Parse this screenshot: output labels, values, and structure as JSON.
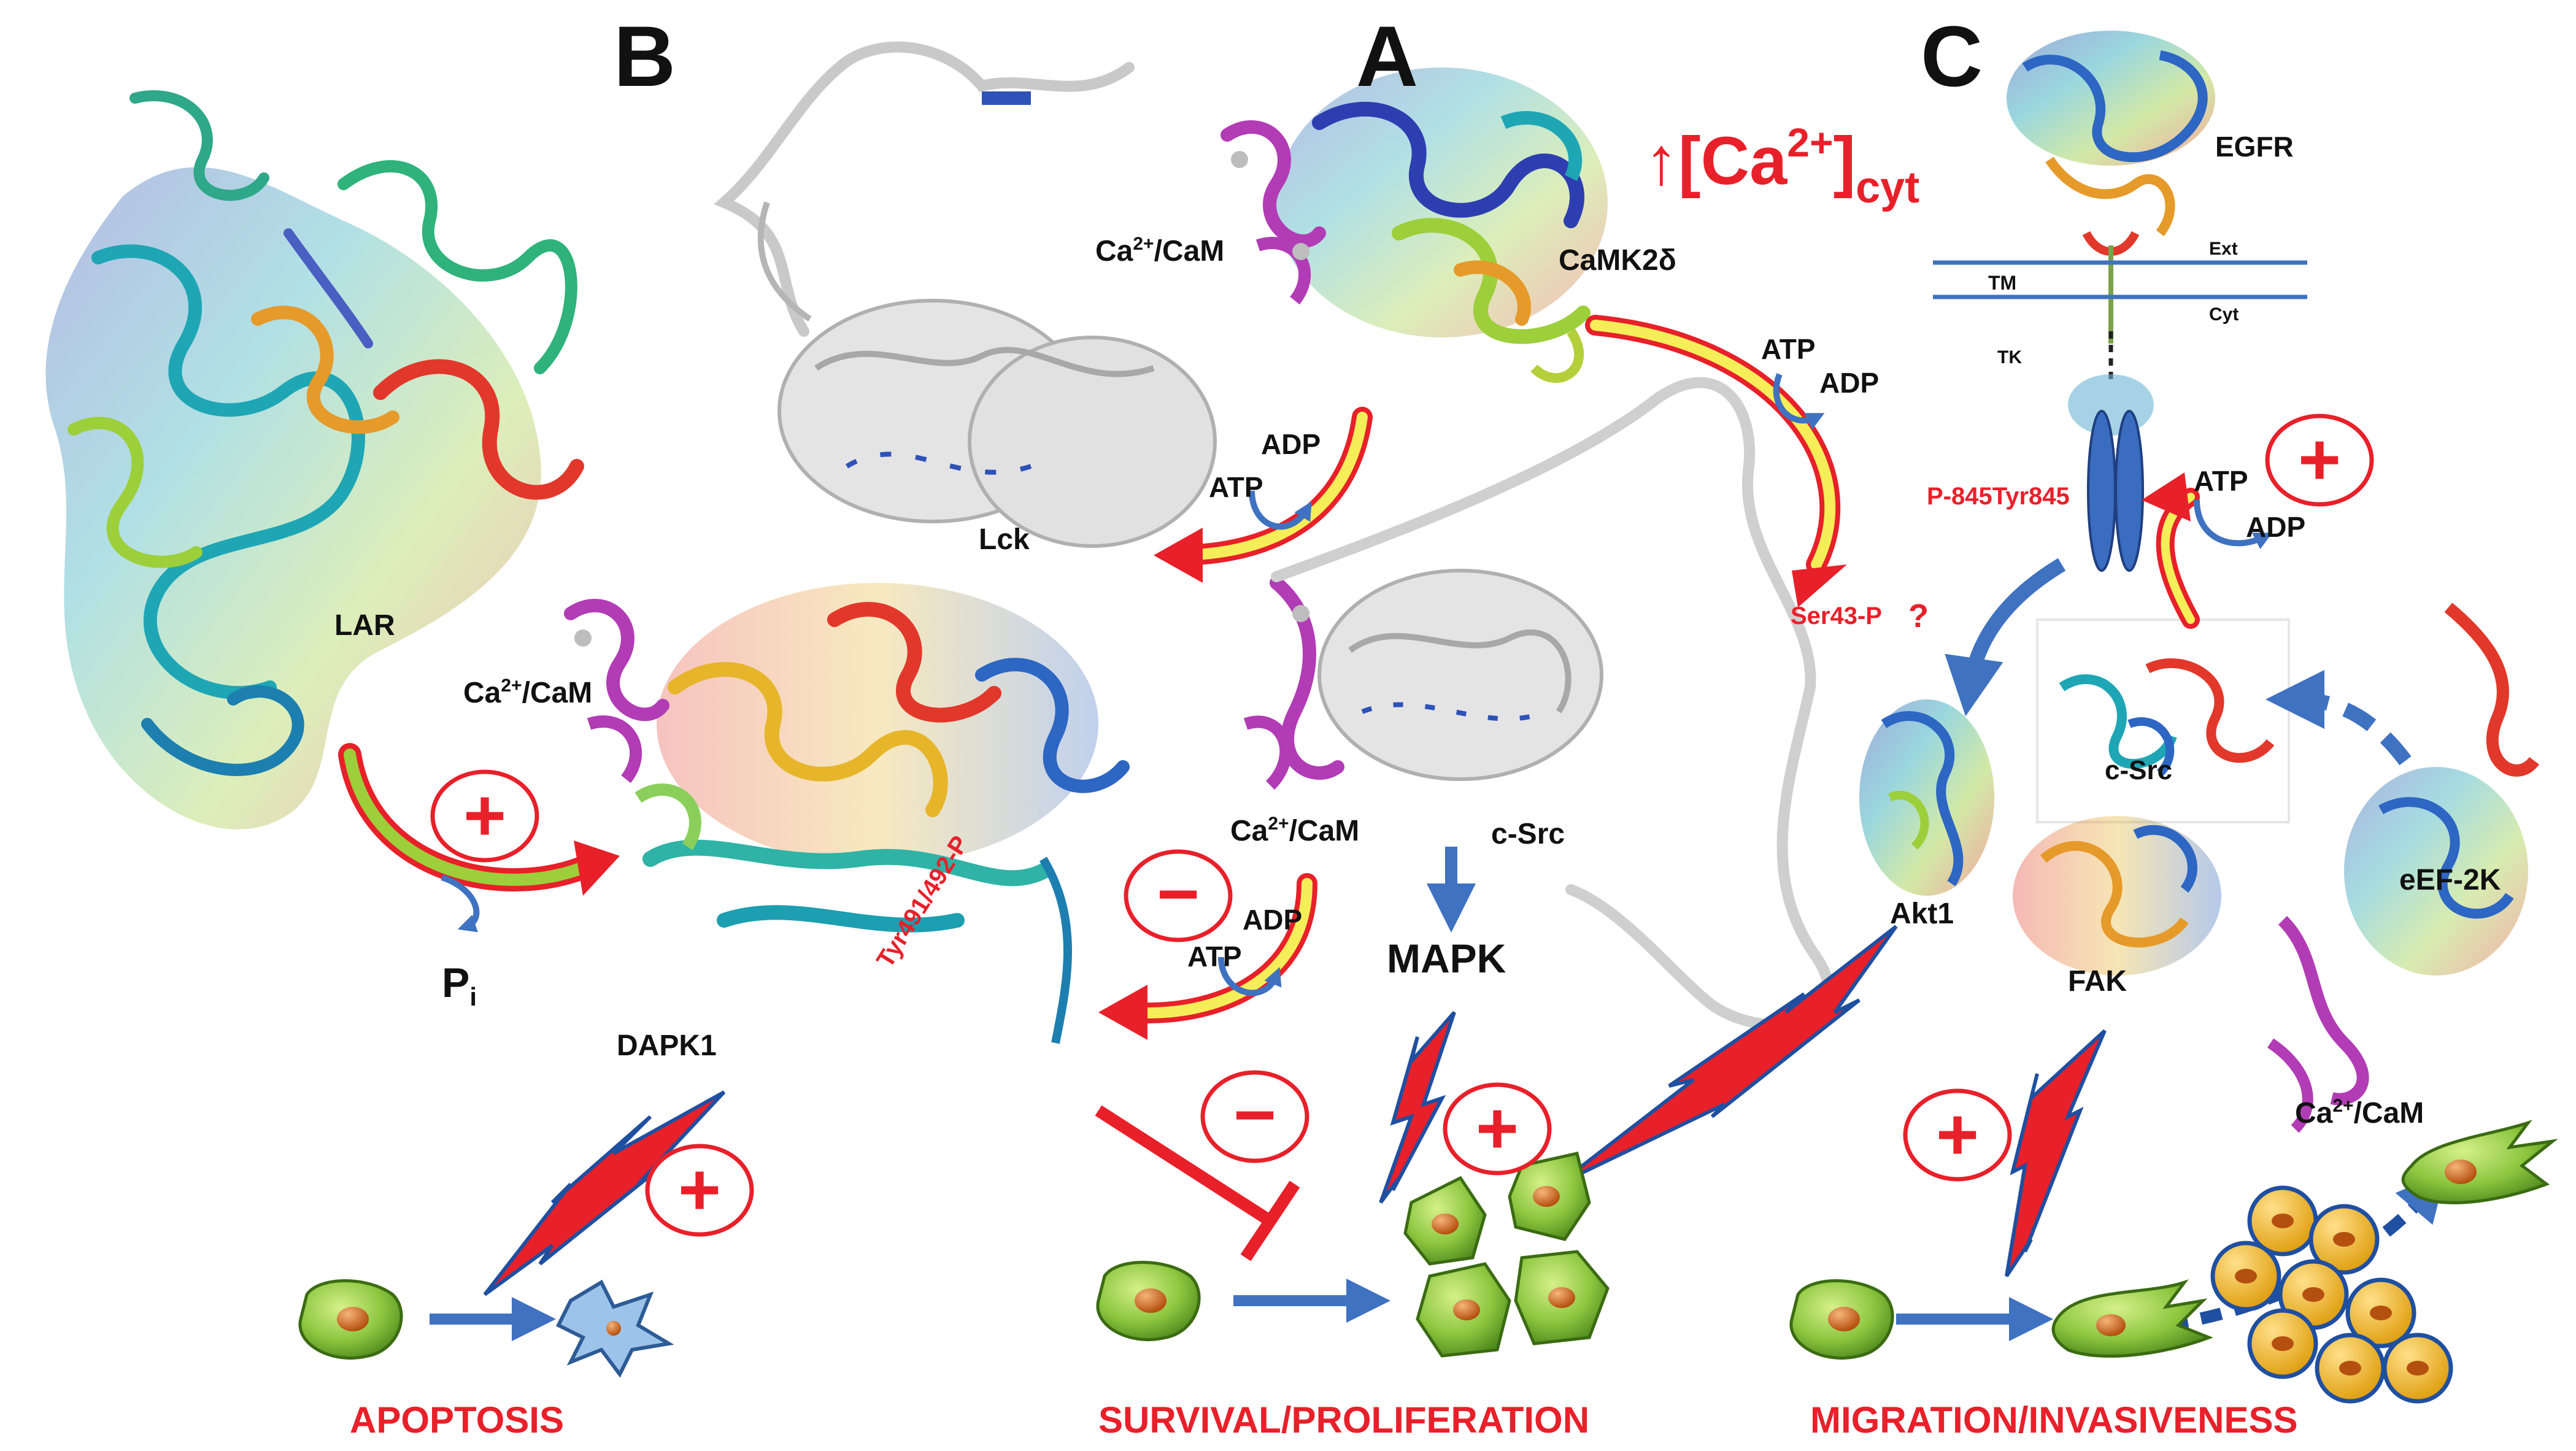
{
  "panels": {
    "a": "A",
    "b": "B",
    "c": "C"
  },
  "calcium": {
    "arrow": "↑",
    "open": "[Ca",
    "sup": "2+",
    "close": "]",
    "sub": "cyt"
  },
  "proteins": {
    "camk2d": "CaMK2δ",
    "lck": "Lck",
    "lar": "LAR",
    "dapk1": "DAPK1",
    "csrc_a": "c-Src",
    "csrc_c": "c-Src",
    "egfr": "EGFR",
    "akt1": "Akt1",
    "fak": "FAK",
    "eef2k": "eEF-2K",
    "mapk": "MAPK"
  },
  "cam": {
    "ca": "Ca",
    "sup": "2+",
    "rest": "/CaM"
  },
  "nucleotides": {
    "atp": "ATP",
    "adp": "ADP"
  },
  "phosphate": {
    "p": "P",
    "sub": "i"
  },
  "membrane": {
    "ext": "Ext",
    "tm": "TM",
    "cyt": "Cyt",
    "tk": "TK"
  },
  "sites": {
    "ser43": "Ser43-P",
    "question": "?",
    "tyr491": "Tyr491/492-P",
    "p845": "P-845Tyr845"
  },
  "signs": {
    "plus": "+",
    "minus": "−"
  },
  "outcomes": {
    "apoptosis": "APOPTOSIS",
    "survival": "SURVIVAL/PROLIFERATION",
    "migration": "MIGRATION/INVASIVENESS"
  },
  "colors": {
    "accent_red": "#e8202a",
    "arrow_blue": "#3f72c0",
    "arrow_yellow": "#f2e24a",
    "cell_green": "#8cc63f",
    "nucleus_orange": "#d9691c",
    "tumor_cell_yellow": "#f3b320"
  }
}
